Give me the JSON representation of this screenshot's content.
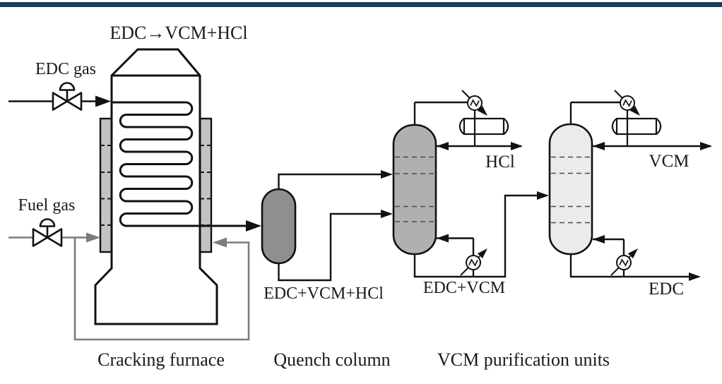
{
  "header": {
    "bar_color": "#1d3b5e"
  },
  "diagram": {
    "reaction_label": "EDC→VCM+HCl",
    "feeds": {
      "edc_gas": "EDC gas",
      "fuel_gas": "Fuel gas"
    },
    "streams": {
      "quench_bottoms": "EDC+VCM+HCl",
      "hcl_product": "HCl",
      "hcl_bottoms": "EDC+VCM",
      "vcm_product": "VCM",
      "edc_recycle": "EDC"
    },
    "equipment": {
      "furnace": "Cracking furnace",
      "quench": "Quench column",
      "purification": "VCM purification units"
    },
    "colors": {
      "furnace_wall_fill": "#c3c3c3",
      "quench_fill": "#8f8f8f",
      "hcl_column_fill": "#b0b0b0",
      "vcm_column_fill": "#ebebeb",
      "fuel_line_gray": "#7c7c7c",
      "line_black": "#111111"
    }
  }
}
